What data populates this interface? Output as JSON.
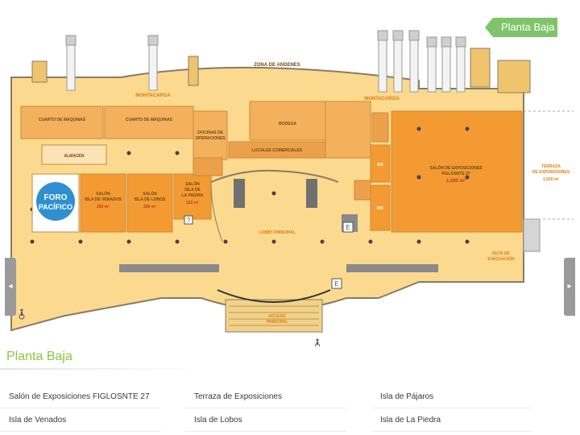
{
  "level_label": "Planta Baja",
  "section_title": "Planta Baja",
  "nav": {
    "prev_glyph": "◂",
    "next_glyph": "▸"
  },
  "map": {
    "zona_andenes": "ZONA DE ANDENES",
    "montacarga": "MONTACARGA",
    "cuarto_maquinas": "CUARTO DE MÁQUINAS",
    "almacen": "ALMACÉN",
    "oficinas": [
      "OFICINAS DE",
      "OPERACIONES"
    ],
    "bodega": "BODEGA",
    "locales": "LOCALES COMERCIALES",
    "salon_venados": {
      "name": [
        "SALÓN",
        "ISLA DE VENADOS"
      ],
      "area": "256 m²"
    },
    "salon_lobos": {
      "name": [
        "SALÓN",
        "ISLA DE LOBOS"
      ],
      "area": "256 m²"
    },
    "salon_piedra": {
      "name": [
        "SALÓN",
        "ISLA DE",
        "LA PIEDRA"
      ],
      "area": "122 m²"
    },
    "salon_expo": {
      "name": [
        "SALÓN DE EXPOSICIONES",
        "FIGLOSNTE 27"
      ],
      "area": "1,590 m²"
    },
    "terraza": {
      "name": [
        "TERRAZA",
        "DE EXPOSICIONES"
      ],
      "area": "1,520 m²"
    },
    "wc": "WC",
    "lobby": "LOBBY PRINCIPAL",
    "ruta": [
      "RUTA DE",
      "EVACUACIÓN"
    ],
    "acceso": [
      "ACCESO",
      "PRINCIPAL"
    ],
    "elevator": "E",
    "info": "?",
    "foro_logo": [
      "FORO",
      "PACÍFICO"
    ]
  },
  "rooms": [
    [
      "Salón de Exposiciones FIGLOSNTE 27",
      "Isla de Venados"
    ],
    [
      "Terraza de Exposiciones",
      "Isla de Lobos"
    ],
    [
      "Isla de Pájaros",
      "Isla de La Piedra"
    ]
  ],
  "colors": {
    "floor": "#fbd98e",
    "room": "#f4b15d",
    "room_dark": "#eda04a",
    "salon": "#f39a32",
    "wall": "#8a7a66",
    "accent": "#8cc63f"
  }
}
